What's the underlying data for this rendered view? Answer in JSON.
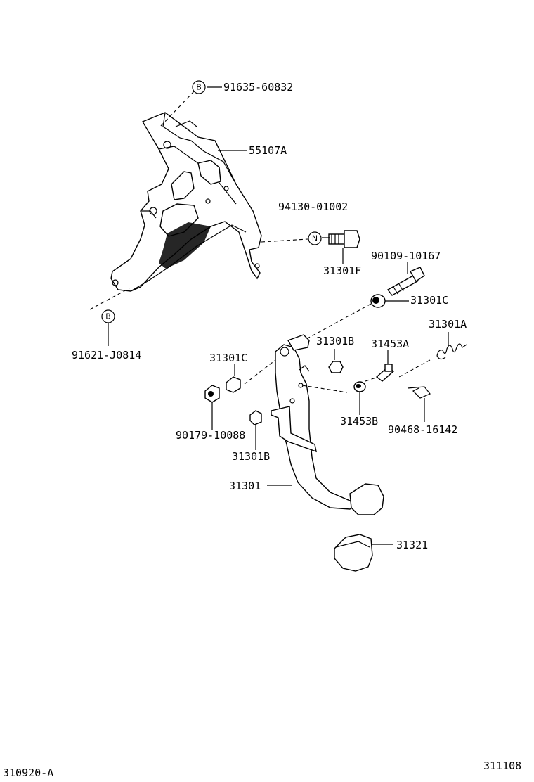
{
  "diagram": {
    "corner_left_code": "310920-A",
    "corner_right_code": "311108",
    "callouts": [
      {
        "id": "p-91635-60832",
        "text": "91635-60832",
        "symbol": "B"
      },
      {
        "id": "p-55107a",
        "text": "55107A"
      },
      {
        "id": "p-94130-01002",
        "text": "94130-01002",
        "symbol": "N"
      },
      {
        "id": "p-31301f",
        "text": "31301F"
      },
      {
        "id": "p-90109-10167",
        "text": "90109-10167"
      },
      {
        "id": "p-31301c-top",
        "text": "31301C"
      },
      {
        "id": "p-31301a",
        "text": "31301A"
      },
      {
        "id": "p-31301b-top",
        "text": "31301B"
      },
      {
        "id": "p-31453a",
        "text": "31453A"
      },
      {
        "id": "p-31301c-left",
        "text": "31301C"
      },
      {
        "id": "p-91621-j0814",
        "text": "91621-J0814",
        "symbol": "B"
      },
      {
        "id": "p-90179-10088",
        "text": "90179-10088"
      },
      {
        "id": "p-31453b",
        "text": "31453B"
      },
      {
        "id": "p-90468-16142",
        "text": "90468-16142"
      },
      {
        "id": "p-31301b-bottom",
        "text": "31301B"
      },
      {
        "id": "p-31301",
        "text": "31301"
      },
      {
        "id": "p-31321",
        "text": "31321"
      }
    ]
  }
}
